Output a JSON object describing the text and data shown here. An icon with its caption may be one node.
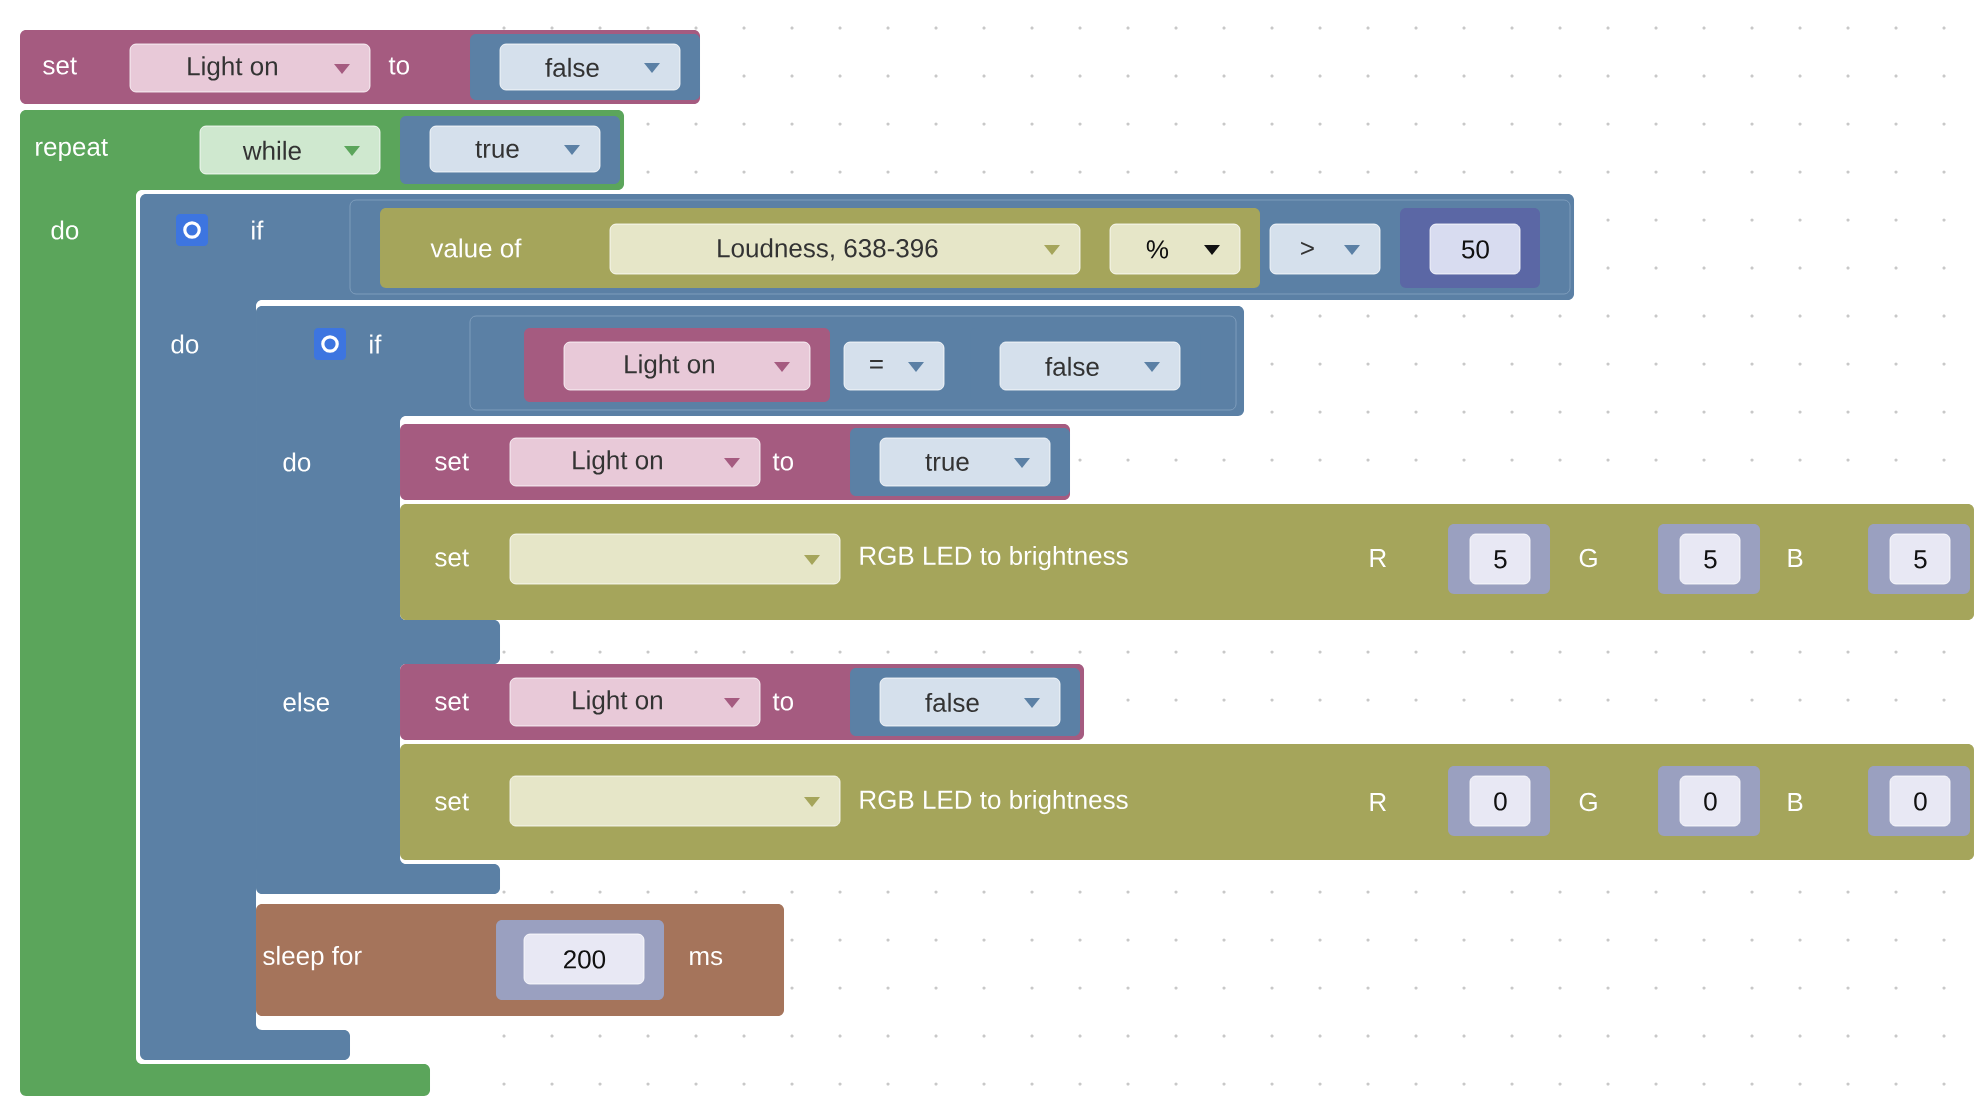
{
  "diagram": {
    "nodes": [
      {
        "text": [
          "set",
          "to"
        ]
      },
      {
        "text": [
          "Light on"
        ],
        "in": 0
      },
      {
        "text": [
          "false"
        ],
        "in": 0
      },
      {
        "text": [
          "repeat",
          "do"
        ]
      },
      {
        "text": [
          "while"
        ],
        "in": 3
      },
      {
        "text": [
          "true"
        ],
        "in": 3
      },
      {
        "text": [
          "if",
          "do"
        ]
      },
      {
        "text": [
          "value of"
        ],
        "in": 6
      },
      {
        "text": [
          "Loudness, 638-396"
        ],
        "in": 7
      },
      {
        "text": [
          "%"
        ],
        "in": 7
      },
      {
        "text": [
          ">"
        ],
        "in": 6
      },
      {
        "text": [
          "50"
        ],
        "in": 6
      },
      {
        "text": [
          "if",
          "do",
          "else"
        ]
      },
      {
        "text": [
          "Light on"
        ],
        "in": 12
      },
      {
        "text": [
          "="
        ],
        "in": 12
      },
      {
        "text": [
          "false"
        ],
        "in": 12
      },
      {
        "text": [
          "set",
          "to"
        ]
      },
      {
        "text": [
          "Light on"
        ],
        "in": 16
      },
      {
        "text": [
          "true"
        ],
        "in": 16
      },
      {
        "text": [
          "set",
          "RGB LED to brightness",
          "R",
          "G",
          "B"
        ]
      },
      {
        "text": [],
        "shape": "box",
        "in": 19
      },
      {
        "text": [
          "5"
        ],
        "in": 19
      },
      {
        "text": [
          "5"
        ],
        "in": 19
      },
      {
        "text": [
          "5"
        ],
        "in": 19
      },
      {
        "text": [
          "set",
          "to"
        ]
      },
      {
        "text": [
          "Light on"
        ],
        "in": 24
      },
      {
        "text": [
          "false"
        ],
        "in": 24
      },
      {
        "text": [
          "set",
          "RGB LED to brightness",
          "R",
          "G",
          "B"
        ]
      },
      {
        "text": [],
        "shape": "box",
        "in": 27
      },
      {
        "text": [
          "0"
        ],
        "in": 27
      },
      {
        "text": [
          "0"
        ],
        "in": 27
      },
      {
        "text": [
          "0"
        ],
        "in": 27
      },
      {
        "text": [
          "sleep for",
          "ms"
        ]
      },
      {
        "text": [
          "200"
        ],
        "in": 32
      }
    ]
  }
}
